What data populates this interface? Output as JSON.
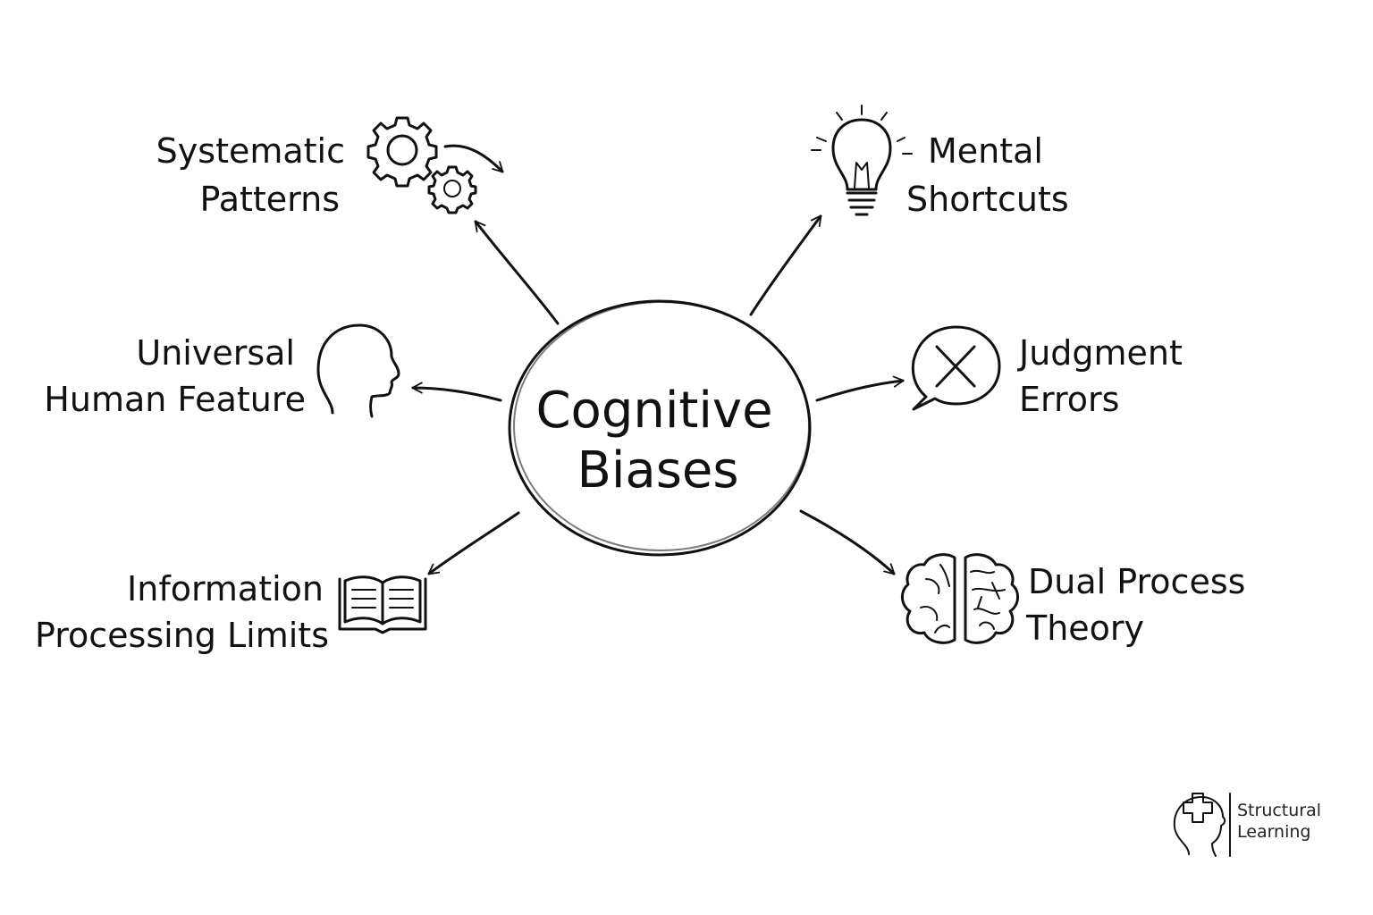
{
  "center": {
    "line1": "Cognitive",
    "line2": "Biases"
  },
  "nodes": [
    {
      "id": "systematic-patterns",
      "line1": "Systematic",
      "line2": "Patterns",
      "icon": "gears-icon"
    },
    {
      "id": "mental-shortcuts",
      "line1": "Mental",
      "line2": "Shortcuts",
      "icon": "lightbulb-icon"
    },
    {
      "id": "universal-human-feature",
      "line1": "Universal",
      "line2": "Human Feature",
      "icon": "head-profile-icon"
    },
    {
      "id": "judgment-errors",
      "line1": "Judgment",
      "line2": "Errors",
      "icon": "speech-bubble-x-icon"
    },
    {
      "id": "information-processing-limits",
      "line1": "Information",
      "line2": "Processing Limits",
      "icon": "open-book-icon"
    },
    {
      "id": "dual-process-theory",
      "line1": "Dual Process",
      "line2": "Theory",
      "icon": "brain-icon"
    }
  ],
  "logo": {
    "line1": "Structural",
    "line2": "Learning",
    "icon": "head-puzzle-icon"
  }
}
